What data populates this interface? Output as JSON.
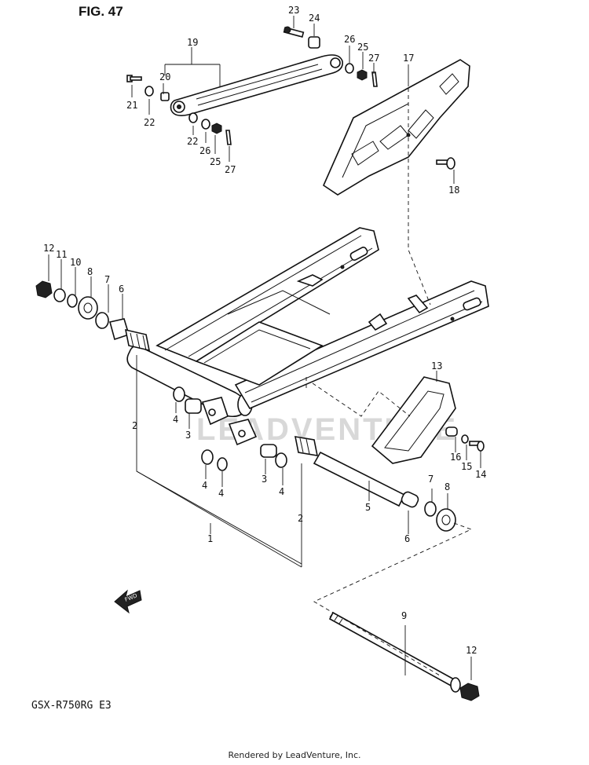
{
  "figure": {
    "title": "FIG. 47",
    "model_code": "GSX-R750RG  E3"
  },
  "watermark": {
    "text": "LEADVENTURE"
  },
  "fwd_label": "FWD",
  "footer": "Rendered by LeadVenture, Inc.",
  "part_numbers": [
    "1",
    "2",
    "2",
    "3",
    "3",
    "4",
    "4",
    "4",
    "4",
    "5",
    "6",
    "6",
    "7",
    "7",
    "8",
    "8",
    "9",
    "10",
    "11",
    "12",
    "12",
    "13",
    "14",
    "15",
    "16",
    "17",
    "18",
    "19",
    "20",
    "21",
    "22",
    "22",
    "23",
    "24",
    "25",
    "25",
    "26",
    "26",
    "27",
    "27"
  ]
}
